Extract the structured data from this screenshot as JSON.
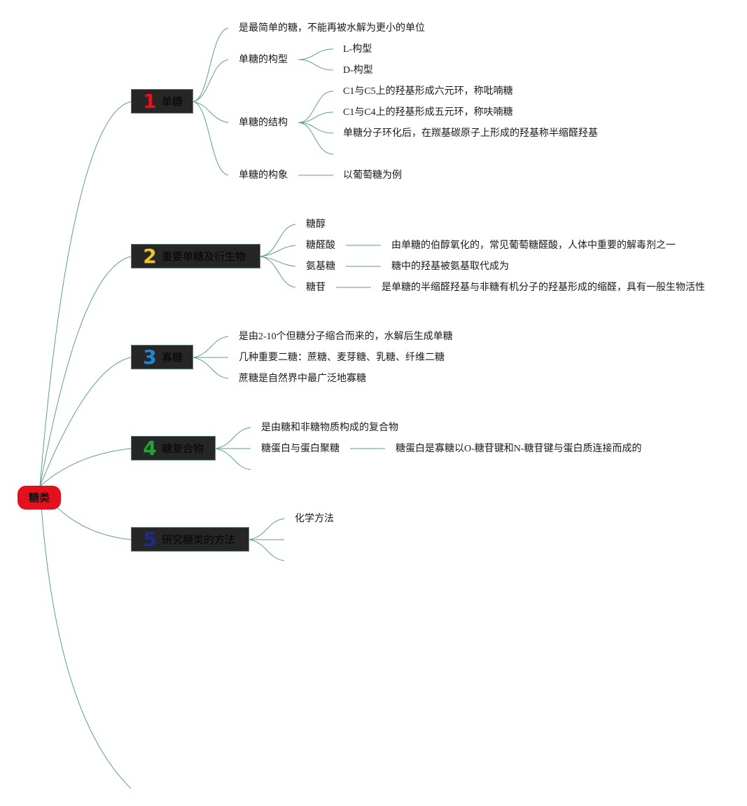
{
  "root": {
    "label": "糖类",
    "color": "#e3101e"
  },
  "branches": [
    {
      "number": "1",
      "number_color": "#e3101e",
      "label": "单糖",
      "children": [
        {
          "label": "是最简单的糖，不能再被水解为更小的单位"
        },
        {
          "label": "单糖的构型",
          "children": [
            {
              "label": "L-构型"
            },
            {
              "label": "D-构型"
            }
          ]
        },
        {
          "label": "单糖的结构",
          "children": [
            {
              "label": "C1与C5上的羟基形成六元环，称吡喃糖"
            },
            {
              "label": "C1与C4上的羟基形成五元环，称呋喃糖"
            },
            {
              "label": "单糖分子环化后，在羰基碳原子上形成的羟基称半缩醛羟基"
            },
            {
              "label": ""
            }
          ]
        },
        {
          "label": "单糖的构象",
          "children": [
            {
              "label": "以葡萄糖为例"
            }
          ]
        }
      ]
    },
    {
      "number": "2",
      "number_color": "#f2c12e",
      "label": "重要单糖及衍生物",
      "children": [
        {
          "label": "糖醇"
        },
        {
          "label": "糖醛酸",
          "children": [
            {
              "label": "由单糖的伯醇氧化的，常见葡萄糖醛酸，人体中重要的解毒剂之一"
            }
          ]
        },
        {
          "label": "氨基糖",
          "children": [
            {
              "label": "糖中的羟基被氨基取代成为"
            }
          ]
        },
        {
          "label": "糖苷",
          "children": [
            {
              "label": "是单糖的半缩醛羟基与非糖有机分子的羟基形成的缩醛，具有一般生物活性"
            }
          ]
        }
      ]
    },
    {
      "number": "3",
      "number_color": "#1e88d0",
      "label": "寡糖",
      "children": [
        {
          "label": "是由2-10个但糖分子缩合而来的，水解后生成单糖"
        },
        {
          "label": "几种重要二糖：蔗糖、麦芽糖、乳糖、纤维二糖"
        },
        {
          "label": "蔗糖是自然界中最广泛地寡糖"
        }
      ]
    },
    {
      "number": "4",
      "number_color": "#21a336",
      "label": "糖复合物",
      "children": [
        {
          "label": "是由糖和非糖物质构成的复合物"
        },
        {
          "label": "糖蛋白与蛋白聚糖",
          "children": [
            {
              "label": "糖蛋白是寡糖以O-糖苷键和N-糖苷键与蛋白质连接而成的"
            }
          ]
        },
        {
          "label": ""
        }
      ]
    },
    {
      "number": "5",
      "number_color": "#1f2a8a",
      "label": "研究糖类的方法",
      "children": [
        {
          "label": "化学方法"
        },
        {
          "label": ""
        },
        {
          "label": ""
        }
      ]
    }
  ],
  "link_color": "#5f9e8c"
}
